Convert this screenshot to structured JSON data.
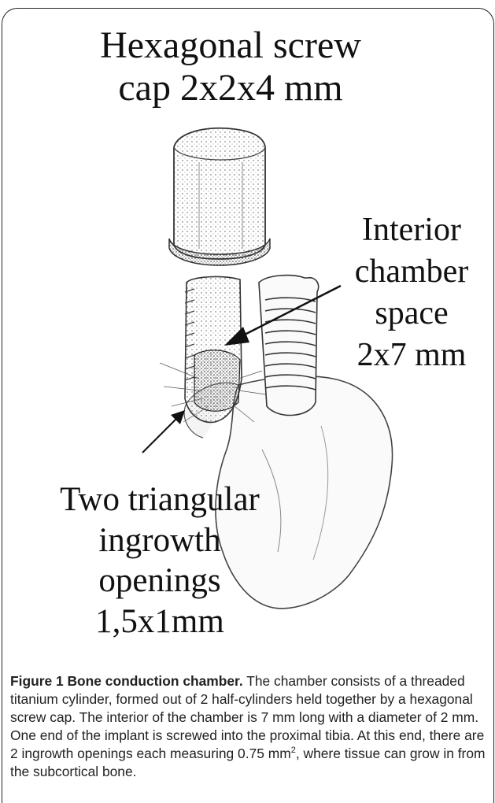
{
  "labels": {
    "screw_cap": [
      "Hexagonal screw",
      "cap 2x2x4 mm"
    ],
    "interior_chamber": [
      "Interior",
      "chamber",
      "space",
      "2x7 mm"
    ],
    "openings": [
      "Two triangular",
      "ingrowth",
      "openings",
      "1,5x1mm"
    ]
  },
  "caption": {
    "title": "Figure 1 Bone conduction chamber.",
    "text_1": " The chamber consists of a threaded titanium cylinder, formed out of 2 half-cylinders held together by a hexagonal screw cap. The interior of the chamber is 7 mm long with a diameter of 2 mm. One end of the implant is screwed into the proximal tibia. At this end, there are 2 ingrowth openings each measuring 0.75 mm",
    "superscript": "2",
    "text_2": ", where tissue can grow in from the subcortical bone."
  }
}
